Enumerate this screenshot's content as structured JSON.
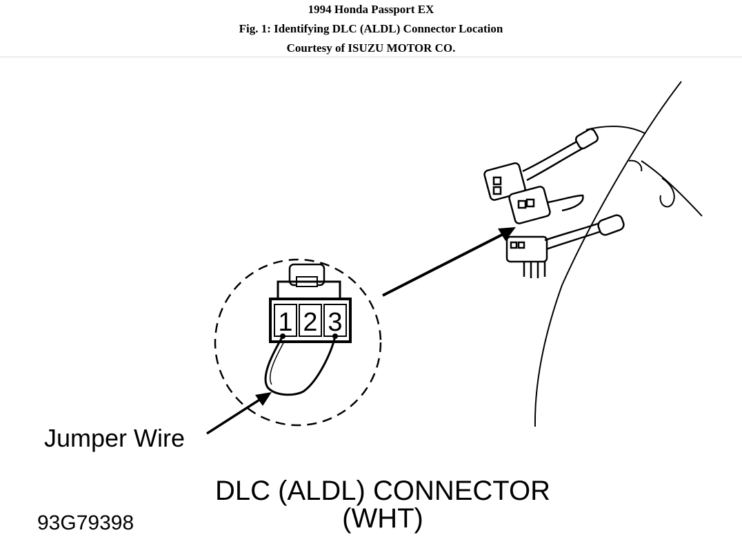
{
  "header": {
    "vehicle": "1994 Honda Passport EX",
    "figure_caption": "Fig. 1: Identifying DLC (ALDL) Connector Location",
    "courtesy": "Courtesy of ISUZU MOTOR CO."
  },
  "diagram": {
    "connector_pins": [
      "1",
      "2",
      "3"
    ],
    "jumper_label": "Jumper Wire",
    "connector_title": "DLC (ALDL) CONNECTOR",
    "connector_color": "(WHT)",
    "figure_code": "93G79398"
  }
}
